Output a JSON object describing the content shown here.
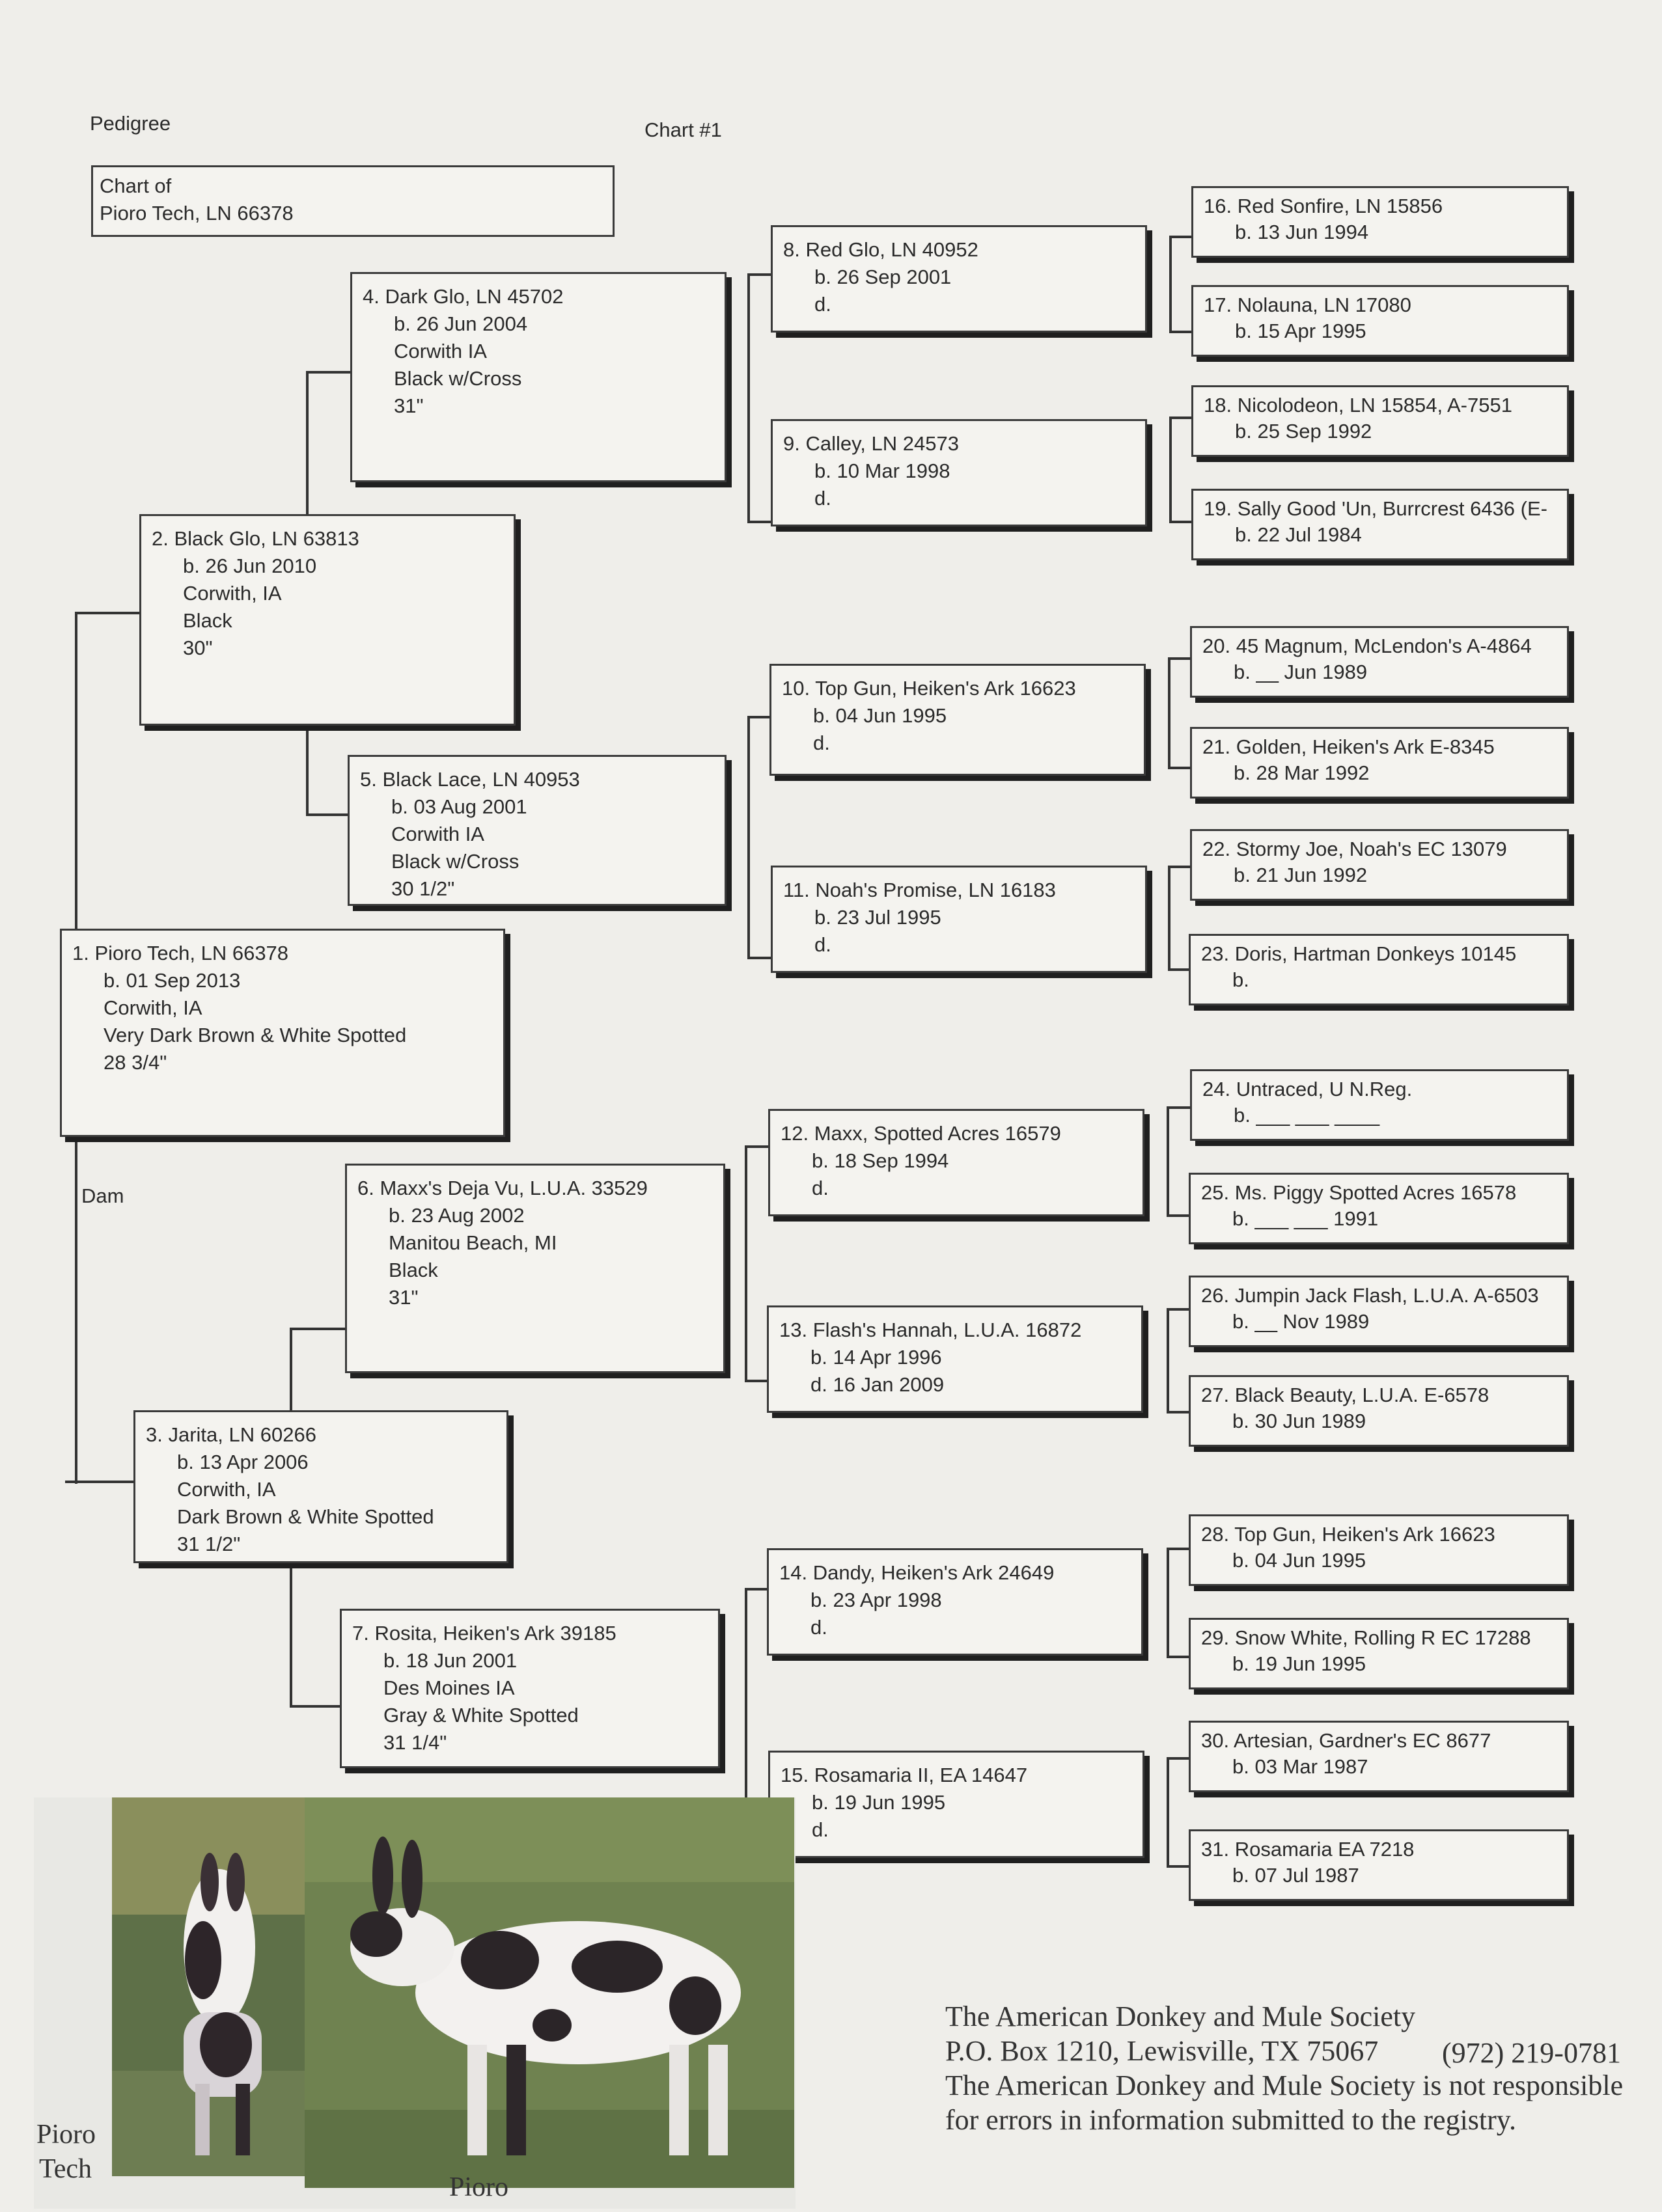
{
  "header": {
    "pedigree_label": "Pedigree",
    "chart_number": "Chart #1",
    "dam_label": "Dam"
  },
  "chart_of": {
    "line1": "Chart of",
    "line2": "Pioro Tech, LN 66378"
  },
  "animals": [
    {
      "name": "1. Pioro Tech, LN 66378",
      "lines": [
        "b. 01 Sep 2013",
        "Corwith, IA",
        "Very Dark Brown & White Spotted",
        "28 3/4\""
      ]
    },
    {
      "name": "2. Black Glo, LN 63813",
      "lines": [
        "b. 26 Jun 2010",
        "Corwith, IA",
        "Black",
        "30\""
      ]
    },
    {
      "name": "3. Jarita, LN 60266",
      "lines": [
        "b. 13 Apr 2006",
        "Corwith, IA",
        "Dark Brown & White Spotted",
        "31 1/2\""
      ]
    },
    {
      "name": "4. Dark Glo, LN 45702",
      "lines": [
        "b. 26 Jun 2004",
        "Corwith IA",
        "Black w/Cross",
        "31\""
      ]
    },
    {
      "name": "5. Black Lace, LN 40953",
      "lines": [
        "b. 03 Aug 2001",
        "Corwith IA",
        "Black w/Cross",
        "30 1/2\""
      ]
    },
    {
      "name": "6. Maxx's Deja Vu, L.U.A. 33529",
      "lines": [
        "b. 23 Aug 2002",
        "Manitou Beach, MI",
        "Black",
        "31\""
      ]
    },
    {
      "name": "7. Rosita, Heiken's Ark 39185",
      "lines": [
        "b. 18 Jun 2001",
        "Des Moines IA",
        "Gray & White Spotted",
        "31 1/4\""
      ]
    },
    {
      "name": "8. Red Glo, LN 40952",
      "lines": [
        "b. 26 Sep 2001",
        "d."
      ]
    },
    {
      "name": "9. Calley, LN 24573",
      "lines": [
        "b. 10 Mar 1998",
        "d."
      ]
    },
    {
      "name": "10. Top Gun, Heiken's Ark 16623",
      "lines": [
        "b. 04 Jun 1995",
        "d."
      ]
    },
    {
      "name": "11. Noah's Promise, LN 16183",
      "lines": [
        "b. 23 Jul 1995",
        "d."
      ]
    },
    {
      "name": "12. Maxx, Spotted Acres 16579",
      "lines": [
        "b. 18 Sep 1994",
        "d."
      ]
    },
    {
      "name": "13. Flash's Hannah, L.U.A. 16872",
      "lines": [
        "b. 14 Apr 1996",
        "d. 16 Jan 2009"
      ]
    },
    {
      "name": "14. Dandy, Heiken's Ark 24649",
      "lines": [
        "b. 23 Apr 1998",
        "d."
      ]
    },
    {
      "name": "15. Rosamaria II, EA 14647",
      "lines": [
        "b. 19 Jun 1995",
        "d."
      ]
    },
    {
      "name": "16. Red Sonfire, LN 15856",
      "lines": [
        "b. 13 Jun 1994"
      ]
    },
    {
      "name": "17. Nolauna, LN 17080",
      "lines": [
        "b. 15 Apr 1995"
      ]
    },
    {
      "name": "18. Nicolodeon, LN 15854, A-7551",
      "lines": [
        "b. 25 Sep 1992"
      ]
    },
    {
      "name": "19. Sally Good 'Un, Burrcrest 6436 (E-",
      "lines": [
        "b. 22 Jul 1984"
      ]
    },
    {
      "name": "20. 45 Magnum, McLendon's A-4864",
      "lines": [
        "b. __ Jun 1989"
      ]
    },
    {
      "name": "21. Golden, Heiken's Ark E-8345",
      "lines": [
        "b. 28 Mar 1992"
      ]
    },
    {
      "name": "22. Stormy Joe, Noah's EC 13079",
      "lines": [
        "b. 21 Jun 1992"
      ]
    },
    {
      "name": "23. Doris, Hartman Donkeys 10145",
      "lines": [
        "b."
      ]
    },
    {
      "name": "24. Untraced, U N.Reg.",
      "lines": [
        "b. ___ ___ ____"
      ]
    },
    {
      "name": "25. Ms. Piggy Spotted Acres 16578",
      "lines": [
        "b. ___ ___ 1991"
      ]
    },
    {
      "name": "26. Jumpin Jack Flash, L.U.A. A-6503",
      "lines": [
        "b. __ Nov 1989"
      ]
    },
    {
      "name": "27. Black Beauty, L.U.A. E-6578",
      "lines": [
        "b. 30 Jun 1989"
      ]
    },
    {
      "name": "28. Top Gun, Heiken's Ark 16623",
      "lines": [
        "b. 04 Jun 1995"
      ]
    },
    {
      "name": "29. Snow White, Rolling R EC 17288",
      "lines": [
        "b. 19 Jun 1995"
      ]
    },
    {
      "name": "30. Artesian, Gardner's EC 8677",
      "lines": [
        "b. 03 Mar 1987"
      ]
    },
    {
      "name": "31. Rosamaria EA 7218",
      "lines": [
        "b. 07 Jul 1987"
      ]
    }
  ],
  "photos": {
    "caption_left_1": "Pioro",
    "caption_left_2": "Tech",
    "caption_right": "Pioro"
  },
  "footer": {
    "line1": "The American Donkey and Mule Society",
    "line2": "P.O. Box 1210, Lewisville, TX 75067",
    "phone": "(972) 219-0781",
    "line3": "The American Donkey and Mule Society is not responsible",
    "line4": "for errors in information submitted to the registry."
  }
}
